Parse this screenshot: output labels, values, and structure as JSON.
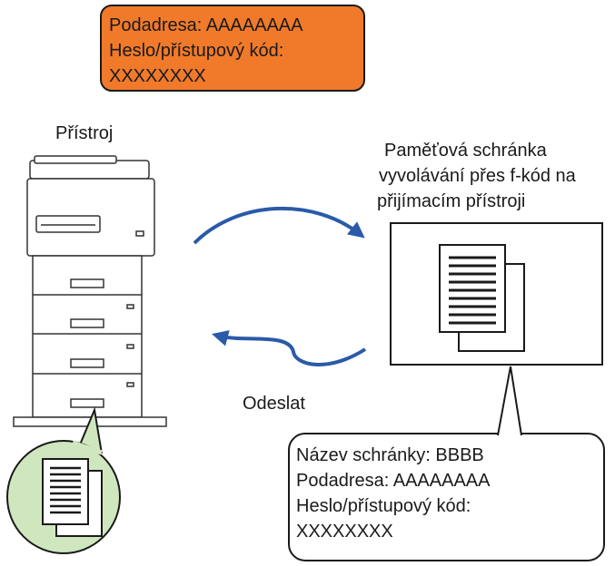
{
  "sender_label": {
    "subaddress": "Podadresa: AAAAAAAA",
    "password_label": "Heslo/přístupový kód:",
    "password_value": "XXXXXXXX"
  },
  "device_label": "Přístroj",
  "memory_box_label": {
    "line1": "Paměťová schránka",
    "line2": "vyvolávání přes f-kód na",
    "line3": "přijímacím přístroji"
  },
  "send_label": "Odeslat",
  "receiver_callout": {
    "box_name": "Název schránky: BBBB",
    "subaddress": "Podadresa: AAAAAAAA",
    "password_label": "Heslo/přístupový kód:",
    "password_value": "XXXXXXXX"
  },
  "colors": {
    "orange_box": "#F07A2A",
    "arrow_blue": "#2A5AA8",
    "circle_green": "#CFE6BF"
  },
  "icons": [
    "copier-icon",
    "documents-icon",
    "stacked-documents-icon",
    "curved-arrow-icon"
  ]
}
